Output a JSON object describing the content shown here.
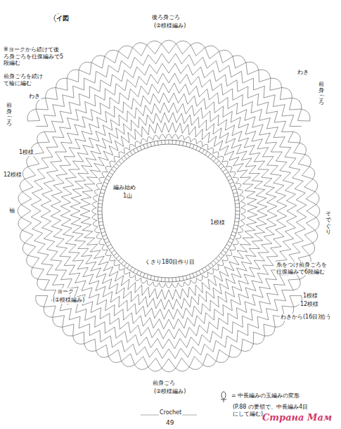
{
  "diagram": {
    "title": "イ図",
    "labels": [
      "後ろ身ごろ",
      "(②模様編み)",
      "※ヨークから続けて後ろ身ごろを往復編みで5段編む",
      "前身ごろを続けて輪に編む",
      "わき",
      "前身ごろ",
      "1模様",
      "12模様",
      "袖",
      "わき",
      "前身ごろ",
      "そでぐり",
      "編み始め",
      "1山",
      "1模様",
      "くさり180目作り目",
      "ヨーク",
      "(①模様編み)",
      "糸をつけ前身ごろを往復編みで6段編む",
      "1模様",
      "12模様",
      "わきから(16目)拾う",
      "前身ごろ",
      "(②模様編み)",
      "(P.88 の要領で、中長編み4目にして編む)",
      "49",
      "Crochet",
      "Страна Мам"
    ],
    "legend": [
      {
        "text": "= 中長編みの玉編みの変形"
      }
    ]
  }
}
